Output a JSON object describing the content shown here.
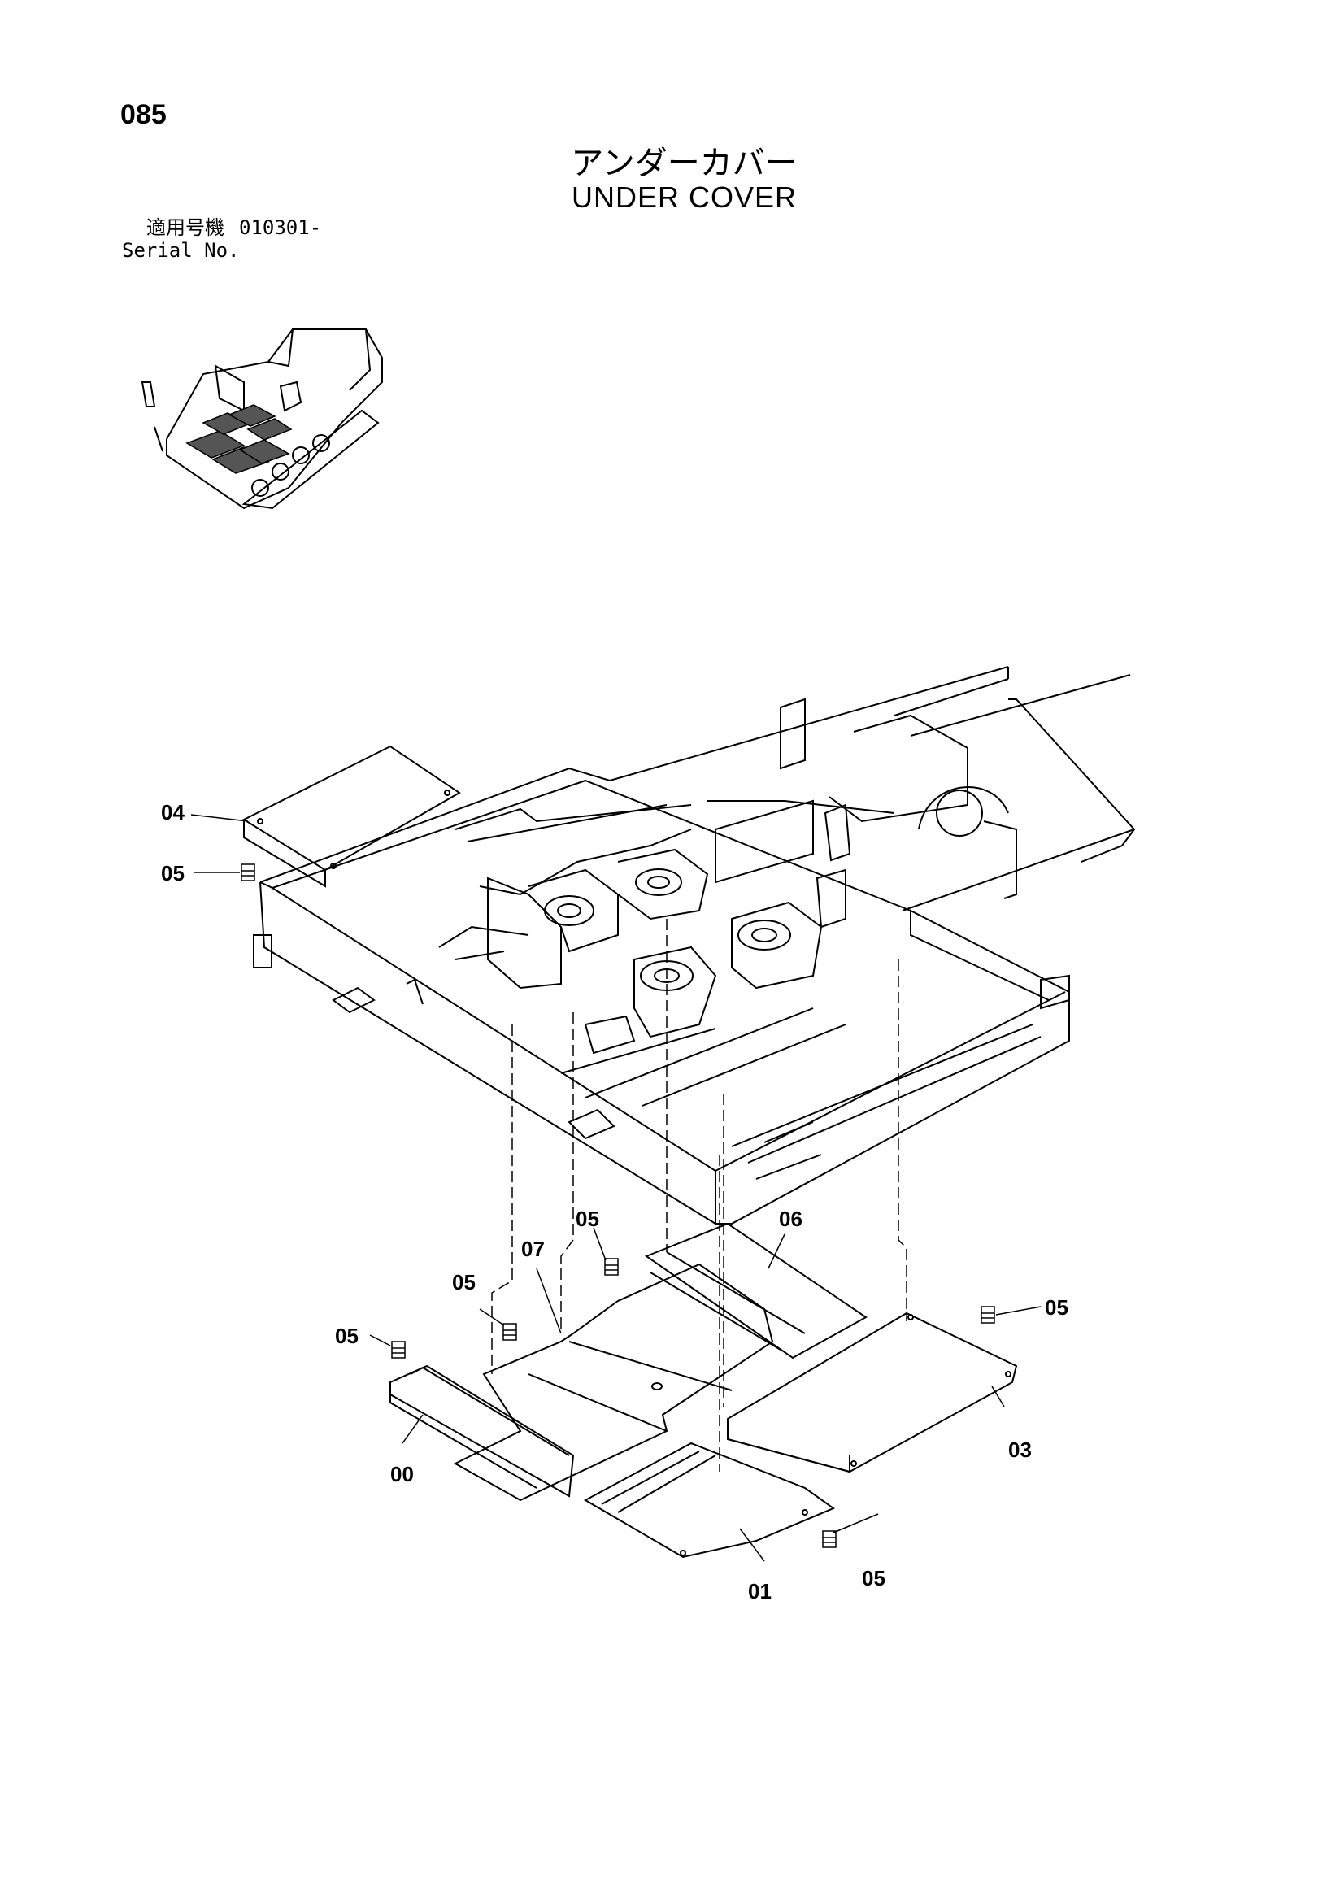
{
  "header": {
    "page_number": "085",
    "title_jp": "アンダーカバー",
    "title_en": "UNDER COVER",
    "serial_label_jp": "適用号機",
    "serial_value": "010301-",
    "serial_label_en": "Serial No."
  },
  "callouts": [
    {
      "id": "c00",
      "label": "00"
    },
    {
      "id": "c01",
      "label": "01"
    },
    {
      "id": "c03",
      "label": "03"
    },
    {
      "id": "c04",
      "label": "04"
    },
    {
      "id": "c05a",
      "label": "05"
    },
    {
      "id": "c05b",
      "label": "05"
    },
    {
      "id": "c05c",
      "label": "05"
    },
    {
      "id": "c05d",
      "label": "05"
    },
    {
      "id": "c05e",
      "label": "05"
    },
    {
      "id": "c05f",
      "label": "05"
    },
    {
      "id": "c06",
      "label": "06"
    },
    {
      "id": "c07",
      "label": "07"
    }
  ]
}
